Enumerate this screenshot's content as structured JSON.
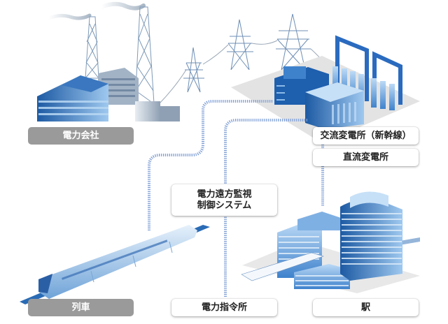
{
  "diagram": {
    "title_nodes": {
      "power_company": {
        "label": "電力会社",
        "style": "gray"
      },
      "ac_substation": {
        "label": "交流変電所（新幹線）",
        "style": "white"
      },
      "dc_substation": {
        "label": "直流変電所",
        "style": "white"
      },
      "remote_control_system": {
        "lines": [
          "電力遠方監視",
          "制御システム"
        ],
        "style": "white"
      },
      "train": {
        "label": "列車",
        "style": "gray"
      },
      "power_command_center": {
        "label": "電力指令所",
        "style": "white"
      },
      "station": {
        "label": "駅",
        "style": "white"
      }
    },
    "illustrations": [
      "power-plant",
      "transmission-towers",
      "substation",
      "train",
      "station-building",
      "shinkansen"
    ],
    "connections": [
      {
        "from": "train",
        "to": "substation",
        "style": "dotted"
      },
      {
        "from": "power_command_center",
        "to": "substation",
        "style": "dotted"
      },
      {
        "from": "dc_substation",
        "to": "station",
        "style": "dotted"
      }
    ],
    "colors": {
      "dotted_line": "#7f9fd6",
      "gray_label": "#9a9a9a",
      "building_dark": "#1f5fa8",
      "building_light": "#9cc3ea",
      "ground": "#e3e3e3"
    }
  }
}
